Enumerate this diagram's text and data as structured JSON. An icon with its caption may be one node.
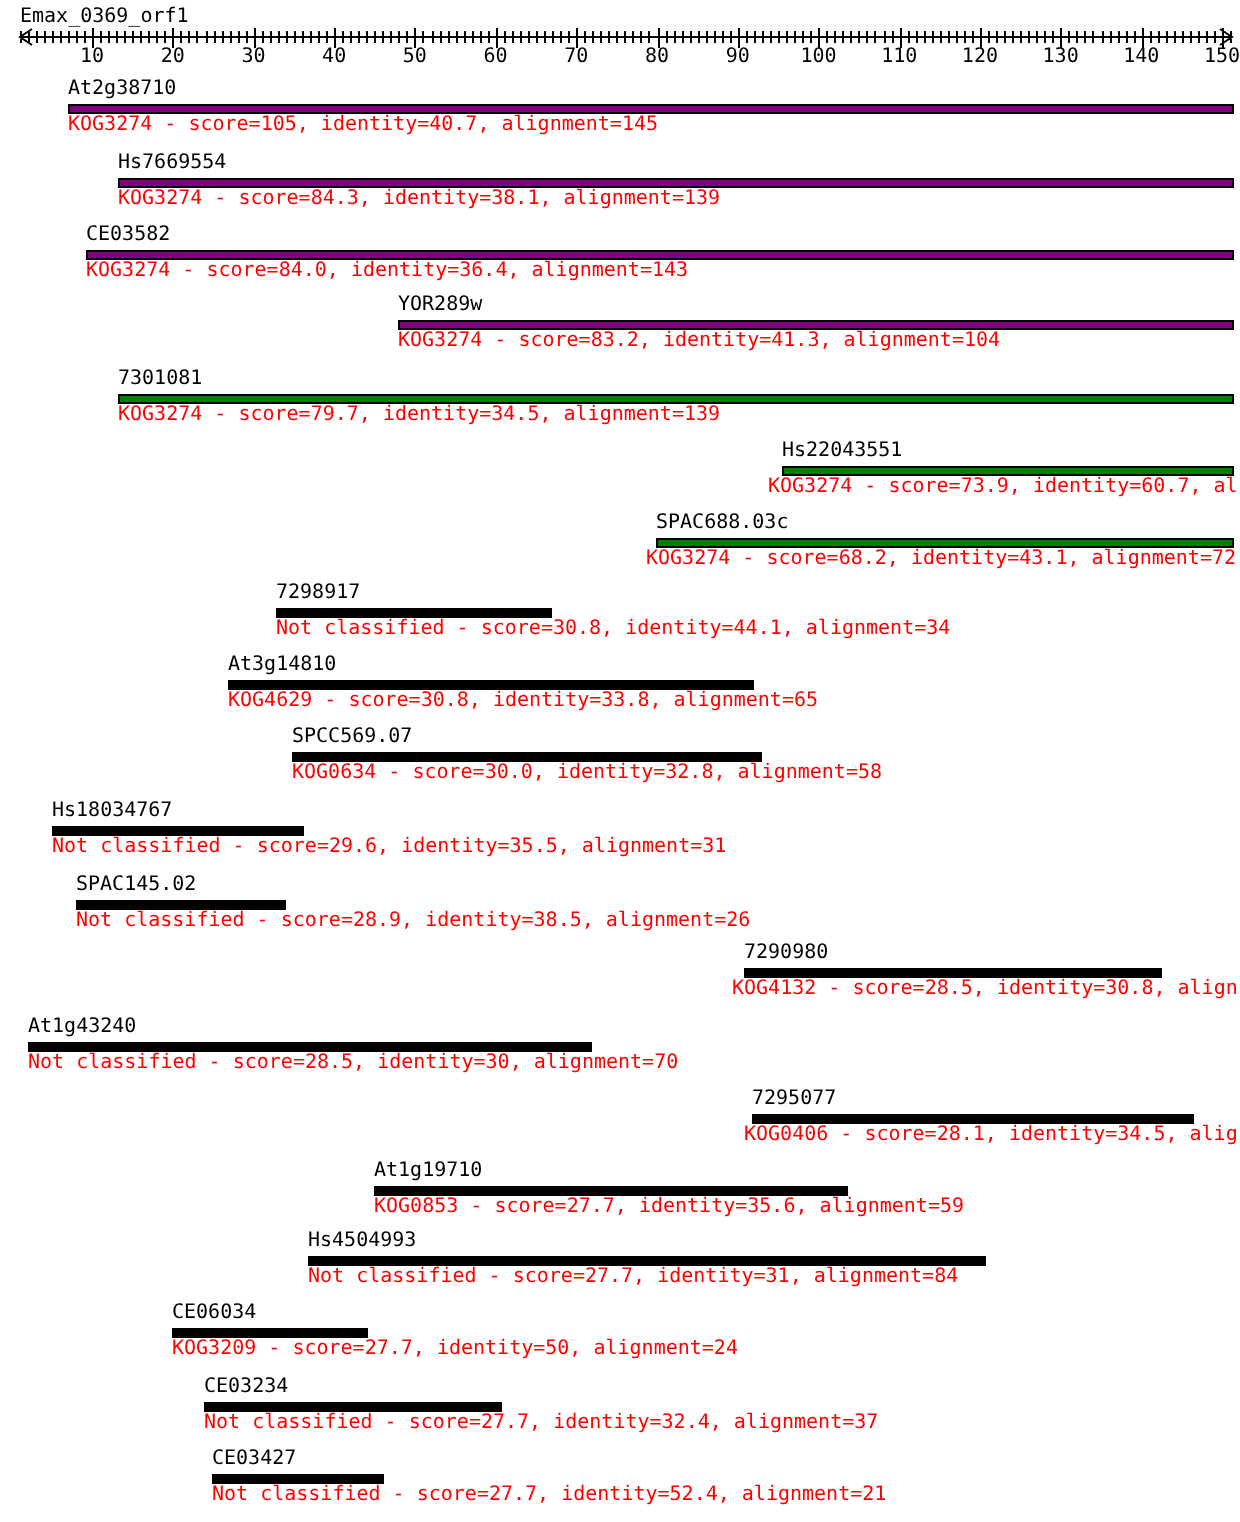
{
  "diagram": {
    "title": "Emax_0369_orf1",
    "nodes": [
      {
        "text": [
          "At2g38710",
          "KOG3274 - score=105, identity=40.7, alignment=145"
        ]
      },
      {
        "text": [
          "Hs7669554",
          "KOG3274 - score=84.3, identity=38.1, alignment=139"
        ]
      },
      {
        "text": [
          "CE03582",
          "KOG3274 - score=84.0, identity=36.4, alignment=143"
        ]
      },
      {
        "text": [
          "YOR289w",
          "KOG3274 - score=83.2, identity=41.3, alignment=104"
        ]
      },
      {
        "text": [
          "7301081",
          "KOG3274 - score=79.7, identity=34.5, alignment=139"
        ]
      },
      {
        "text": [
          "Hs22043551",
          "KOG3274 - score=73.9, identity=60.7, al"
        ]
      },
      {
        "text": [
          "SPAC688.03c",
          "KOG3274 - score=68.2, identity=43.1, alignment=72"
        ]
      },
      {
        "text": [
          "7298917",
          "Not classified - score=30.8, identity=44.1, alignment=34"
        ]
      },
      {
        "text": [
          "At3g14810",
          "KOG4629 - score=30.8, identity=33.8, alignment=65"
        ]
      },
      {
        "text": [
          "SPCC569.07",
          "KOG0634 - score=30.0, identity=32.8, alignment=58"
        ]
      },
      {
        "text": [
          "Hs18034767",
          "Not classified - score=29.6, identity=35.5, alignment=31"
        ]
      },
      {
        "text": [
          "SPAC145.02",
          "Not classified - score=28.9, identity=38.5, alignment=26"
        ]
      },
      {
        "text": [
          "7290980",
          "KOG4132 - score=28.5, identity=30.8, align"
        ]
      },
      {
        "text": [
          "At1g43240",
          "Not classified - score=28.5, identity=30, alignment=70"
        ]
      },
      {
        "text": [
          "7295077",
          "KOG0406 - score=28.1, identity=34.5, alig"
        ]
      },
      {
        "text": [
          "At1g19710",
          "KOG0853 - score=27.7, identity=35.6, alignment=59"
        ]
      },
      {
        "text": [
          "Hs4504993",
          "Not classified - score=27.7, identity=31, alignment=84"
        ]
      },
      {
        "text": [
          "CE06034",
          "KOG3209 - score=27.7, identity=50, alignment=24"
        ]
      },
      {
        "text": [
          "CE03234",
          "Not classified - score=27.7, identity=32.4, alignment=37"
        ]
      },
      {
        "text": [
          "CE03427",
          "Not classified - score=27.7, identity=52.4, alignment=21"
        ]
      }
    ],
    "labels": [
      "10",
      "20",
      "30",
      "40",
      "50",
      "60",
      "70",
      "80",
      "90",
      "100",
      "110",
      "120",
      "130",
      "140",
      "150"
    ]
  }
}
